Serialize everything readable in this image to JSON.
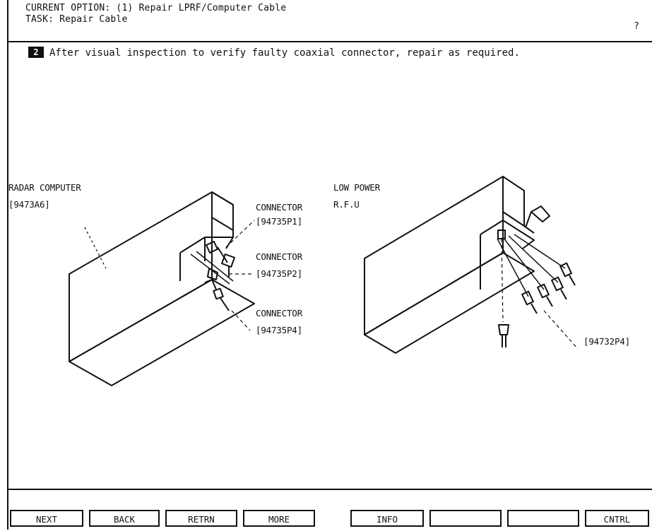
{
  "header": {
    "current_option": "CURRENT OPTION: (1) Repair LPRF/Computer Cable",
    "task": "TASK: Repair Cable",
    "help": "?"
  },
  "instruction": {
    "step": "2",
    "text": "After visual inspection to verify faulty coaxial connector, repair as required."
  },
  "diagram": {
    "left_unit": {
      "name": "RADAR COMPUTER",
      "ref": "[9473A6]"
    },
    "right_unit": {
      "name_line1": "LOW POWER",
      "name_line2": "R.F.U"
    },
    "callouts": [
      {
        "title": "CONNECTOR",
        "ref": "[94735P1]"
      },
      {
        "title": "CONNECTOR",
        "ref": "[94735P2]"
      },
      {
        "title": "CONNECTOR",
        "ref": "[94735P4]"
      }
    ],
    "right_callout_ref": "[94732P4]"
  },
  "softkeys": [
    "NEXT",
    "BACK",
    "RETRN",
    "MORE",
    "INFO",
    "",
    "",
    "CNTRL"
  ]
}
